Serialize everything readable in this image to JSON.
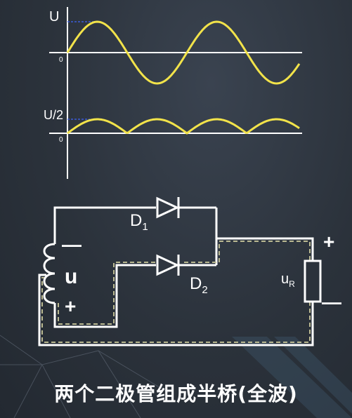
{
  "waveforms": {
    "top": {
      "amp_label": "U",
      "zero_label": "0"
    },
    "bottom": {
      "amp_label": "U/2",
      "zero_label": "0"
    }
  },
  "circuit": {
    "diode_1": {
      "name": "D",
      "sub": "1"
    },
    "diode_2": {
      "name": "D",
      "sub": "2"
    },
    "source": {
      "label": "u",
      "top_sign": "—",
      "bottom_sign": "+"
    },
    "load": {
      "name": "u",
      "sub": "R",
      "top_sign": "+",
      "bottom_sign": "—"
    }
  },
  "caption": "两个二极管组成半桥(全波)",
  "colors": {
    "background": "#2b323b",
    "waveform": "#f2e34a",
    "wire": "#ffffff",
    "current_path": "#c9c79a",
    "reference": "#3b5bd6"
  }
}
